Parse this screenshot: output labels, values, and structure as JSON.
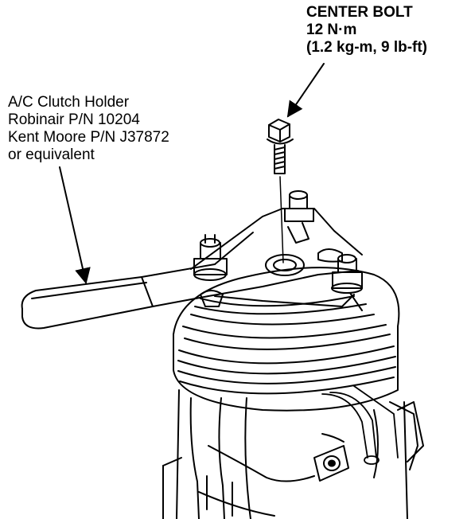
{
  "callouts": {
    "center_bolt": {
      "title": "CENTER BOLT",
      "torque_nm": "12 N·m",
      "torque_alt": "(1.2 kg-m, 9 lb-ft)"
    },
    "clutch_holder": {
      "line1": "A/C Clutch Holder",
      "line2": "Robinair P/N 10204",
      "line3": "Kent Moore P/N J37872",
      "line4": "or equivalent"
    }
  }
}
